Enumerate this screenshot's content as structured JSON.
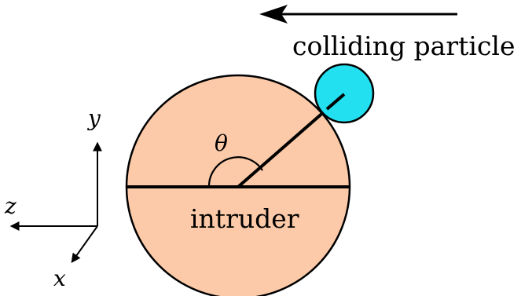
{
  "labels": {
    "colliding_particle": "colliding particle",
    "intruder": "intruder",
    "theta": "θ",
    "axis_x": "x",
    "axis_y": "y",
    "axis_z": "z"
  },
  "colors": {
    "intruder_fill": "#fccaa8",
    "particle_fill": "#22e0f0",
    "stroke": "#000000"
  }
}
